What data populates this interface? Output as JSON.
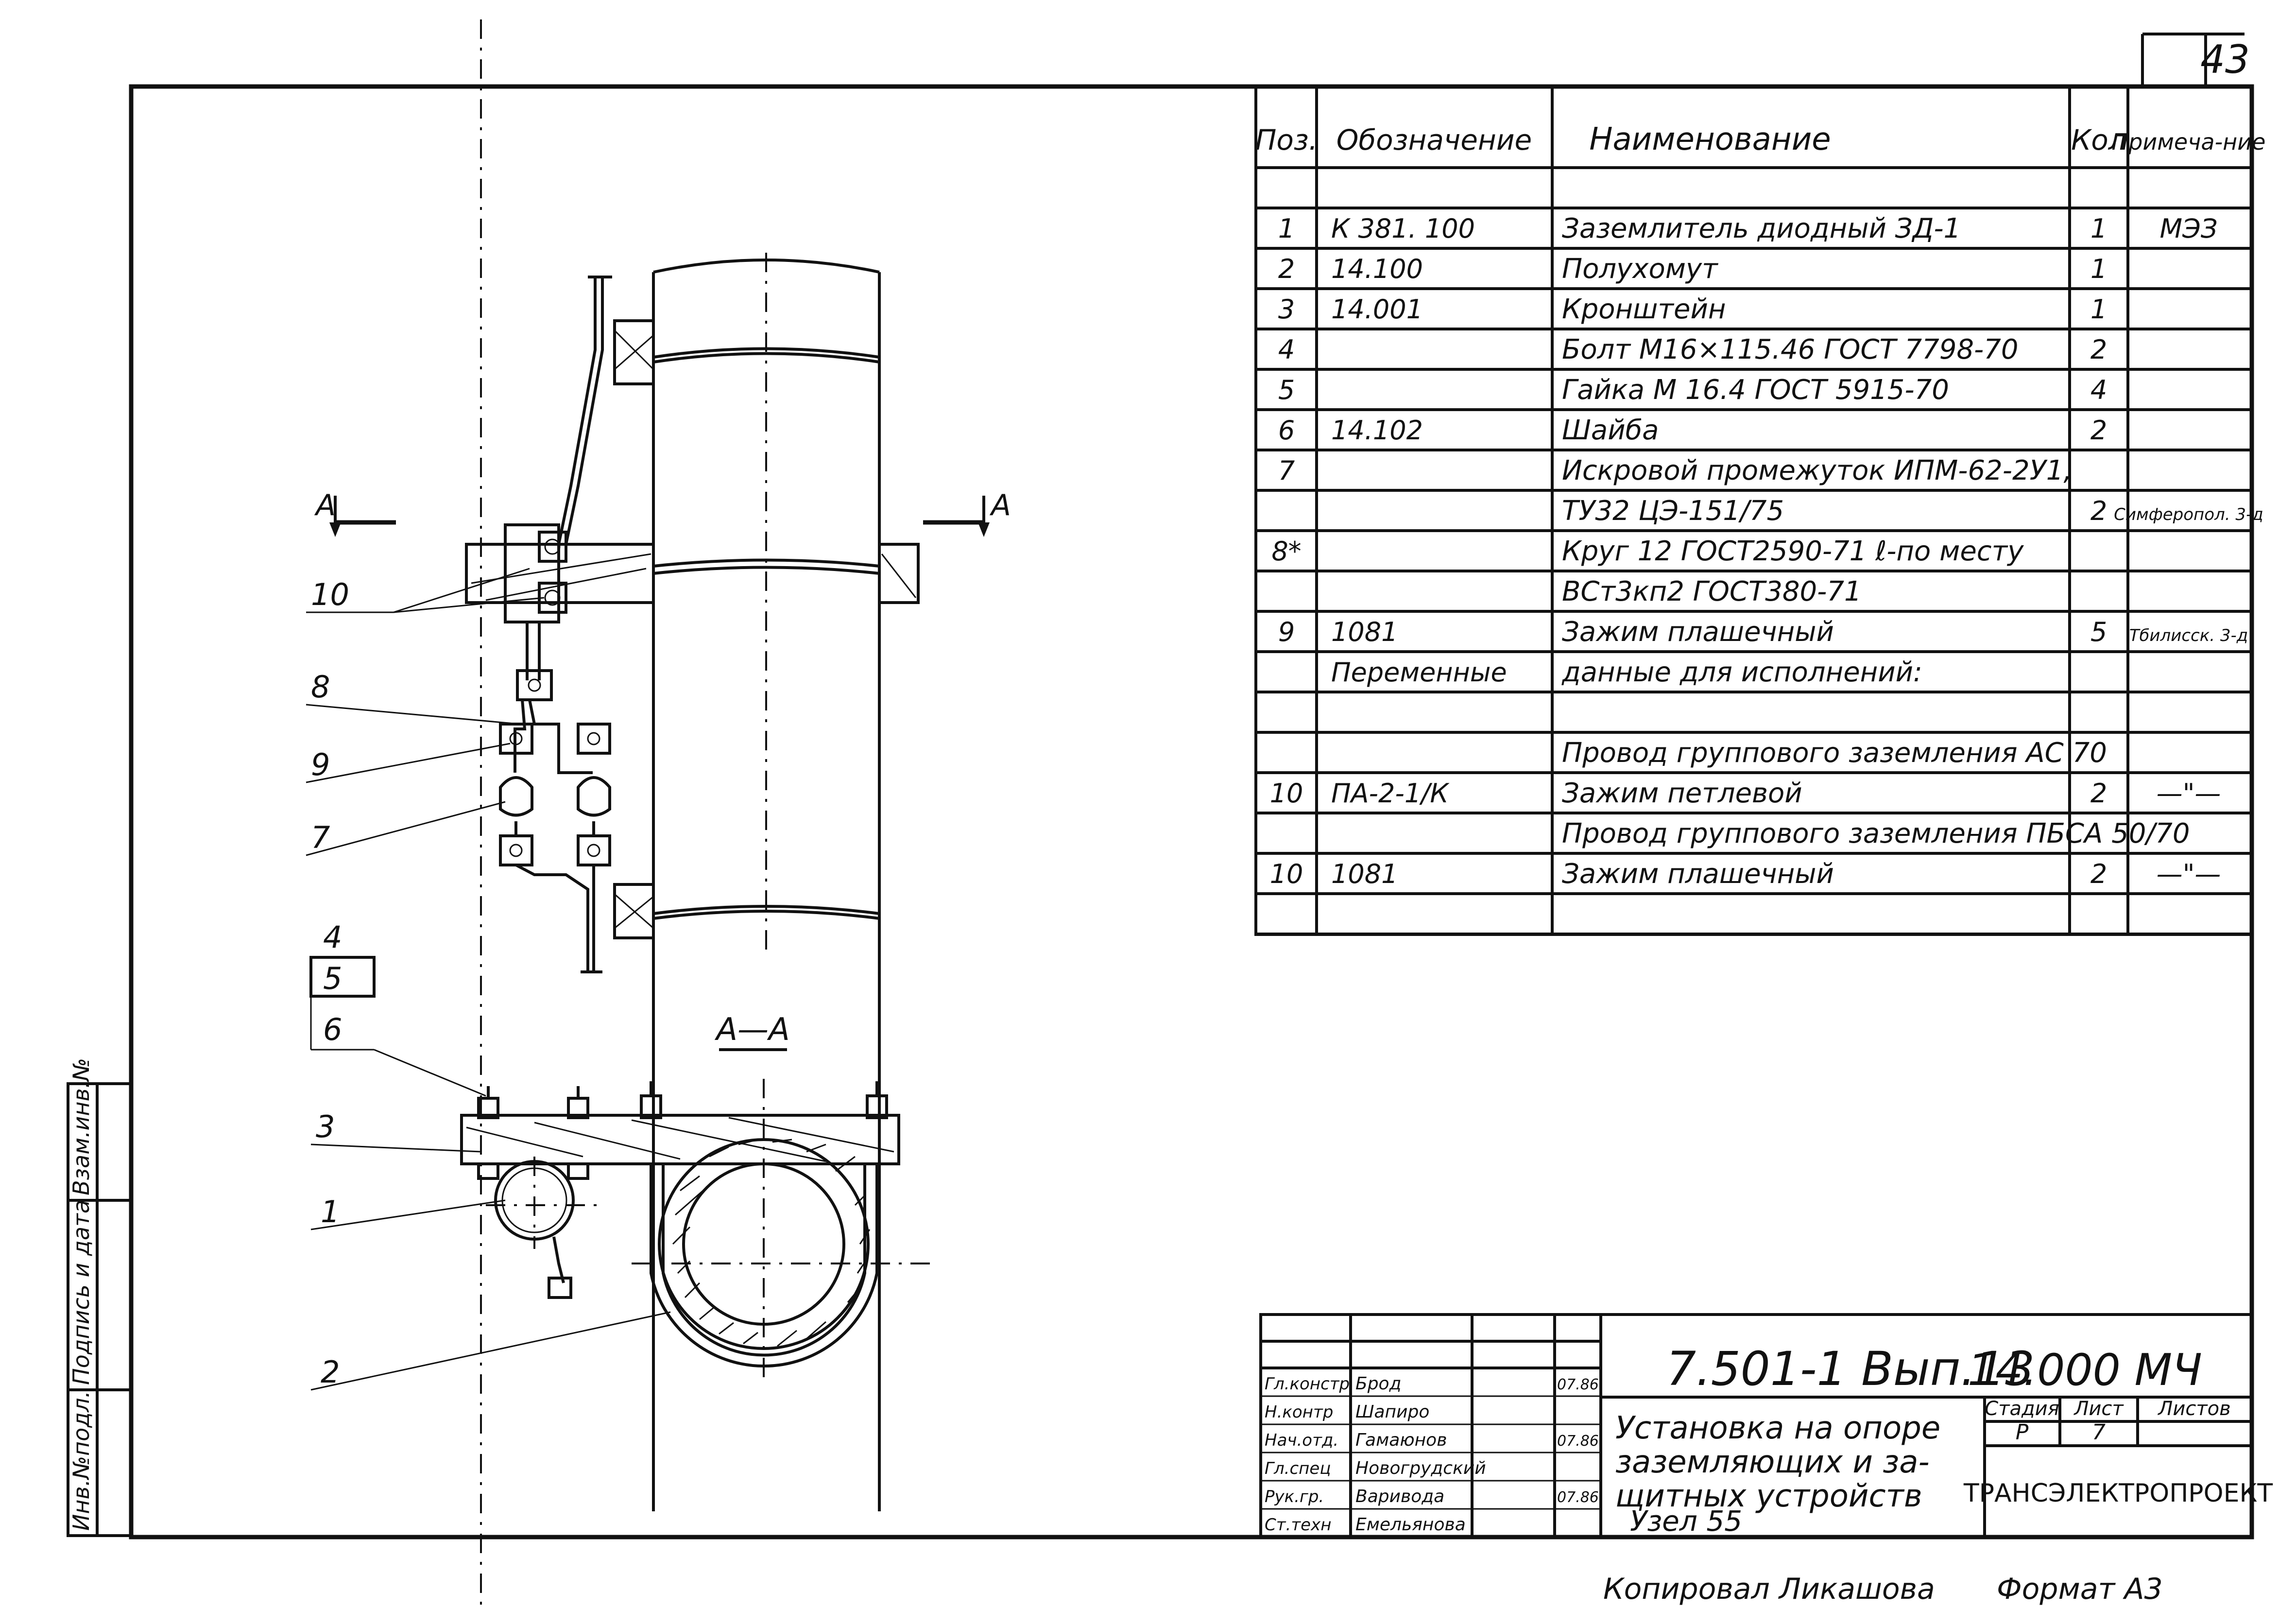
{
  "sheet_number": "43",
  "spec_table": {
    "headers": {
      "pos": "Поз.",
      "designation": "Обозначение",
      "name": "Наименование",
      "qty": "Кол",
      "note": "Примеча-ние"
    },
    "rows": [
      {
        "pos": "",
        "designation": "",
        "name": "",
        "qty": "",
        "note": ""
      },
      {
        "pos": "1",
        "designation": "К 381. 100",
        "name": "Заземлитель диодный ЗД-1",
        "qty": "1",
        "note": "МЭЗ"
      },
      {
        "pos": "2",
        "designation": "14.100",
        "name": "Полухомут",
        "qty": "1",
        "note": ""
      },
      {
        "pos": "3",
        "designation": "14.001",
        "name": "Кронштейн",
        "qty": "1",
        "note": ""
      },
      {
        "pos": "4",
        "designation": "",
        "name": "Болт М16×115.46 ГОСТ 7798-70",
        "qty": "2",
        "note": ""
      },
      {
        "pos": "5",
        "designation": "",
        "name": "Гайка М 16.4 ГОСТ 5915-70",
        "qty": "4",
        "note": ""
      },
      {
        "pos": "6",
        "designation": "14.102",
        "name": "Шайба",
        "qty": "2",
        "note": ""
      },
      {
        "pos": "7",
        "designation": "",
        "name": "Искровой промежуток ИПМ-62-2У1,",
        "qty": "",
        "note": ""
      },
      {
        "pos": "",
        "designation": "",
        "name": "ТУ32 ЦЭ-151/75",
        "qty": "2",
        "note": "Симферопол. 3-д"
      },
      {
        "pos": "8*",
        "designation": "",
        "name": "Круг 12 ГОСТ2590-71 ℓ-по месту",
        "qty": "",
        "note": ""
      },
      {
        "pos": "",
        "designation": "",
        "name": "ВСт3кп2 ГОСТ380-71",
        "qty": "",
        "note": ""
      },
      {
        "pos": "9",
        "designation": "1081",
        "name": "Зажим плашечный",
        "qty": "5",
        "note": "Тбилисск. 3-д"
      },
      {
        "pos": "",
        "designation": "Переменные",
        "name": "данные для исполнений:",
        "qty": "",
        "note": ""
      },
      {
        "pos": "",
        "designation": "",
        "name": "",
        "qty": "",
        "note": ""
      },
      {
        "pos": "",
        "designation": "",
        "name": "Провод группового заземления АС 70",
        "qty": "",
        "note": ""
      },
      {
        "pos": "10",
        "designation": "ПА-2-1/К",
        "name": "Зажим петлевой",
        "qty": "2",
        "note": "—\"—"
      },
      {
        "pos": "",
        "designation": "",
        "name": "Провод группового заземления ПБСА 50/70",
        "qty": "",
        "note": ""
      },
      {
        "pos": "10",
        "designation": "1081",
        "name": "Зажим плашечный",
        "qty": "2",
        "note": "—\"—"
      },
      {
        "pos": "",
        "designation": "",
        "name": "",
        "qty": "",
        "note": ""
      }
    ]
  },
  "drawing": {
    "section_mark": "А",
    "section_title": "А—А",
    "callouts": [
      "10",
      "8",
      "9",
      "7",
      "4",
      "5",
      "6",
      "3",
      "1",
      "2"
    ]
  },
  "side_stamp": [
    "Инв.№подл.",
    "Подпись и дата",
    "Взам.инв.№"
  ],
  "title_block": {
    "code": "7.501-1 Вып.13",
    "doc": "14.000 МЧ",
    "roles": [
      {
        "role": "Гл.констр",
        "name": "Брод",
        "date": "07.86"
      },
      {
        "role": "Н.контр",
        "name": "Шапиро",
        "date": ""
      },
      {
        "role": "Нач.отд.",
        "name": "Гамаюнов",
        "date": "07.86"
      },
      {
        "role": "Гл.спец",
        "name": "Новогрудский",
        "date": ""
      },
      {
        "role": "Рук.гр.",
        "name": "Варивода",
        "date": "07.86"
      },
      {
        "role": "Ст.техн",
        "name": "Емельянова",
        "date": ""
      }
    ],
    "title_lines": [
      "Установка на опоре",
      "заземляющих и за-",
      "щитных устройств",
      "Узел 55"
    ],
    "stage_label": "Стадия",
    "sheet_label": "Лист",
    "sheets_label": "Листов",
    "stage": "Р",
    "sheet": "7",
    "org": "ТРАНСЭЛЕКТРОПРОЕКТ"
  },
  "footer": {
    "copied": "Копировал Ликашова",
    "format": "Формат А3"
  }
}
